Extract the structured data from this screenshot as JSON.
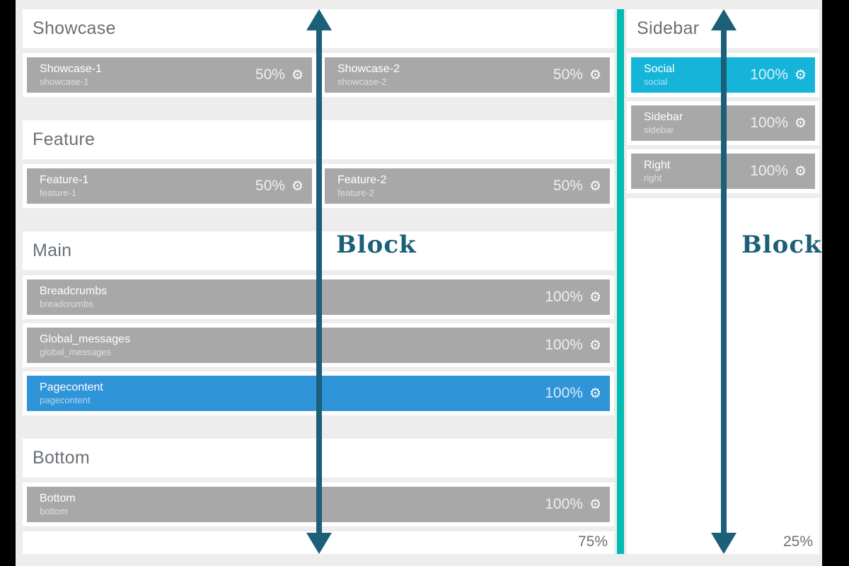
{
  "colors": {
    "page_bg": "#ededed",
    "edge_bg": "#000000",
    "card_bg": "#ffffff",
    "row_gray": "#a8a8a8",
    "row_blue": "#3094d8",
    "row_cyan": "#17b4da",
    "divider_teal": "#00bcb2",
    "arrow_teal": "#1b5f78",
    "heading_text": "#6a7076"
  },
  "icons": {
    "gear": "⚙"
  },
  "main_column": {
    "width_label": "75%",
    "block_label": "Block",
    "sections": {
      "showcase": {
        "title": "Showcase",
        "rows": [
          {
            "title": "Showcase-1",
            "alias": "showcase-1",
            "size": "50%"
          },
          {
            "title": "Showcase-2",
            "alias": "showcase-2",
            "size": "50%"
          }
        ]
      },
      "feature": {
        "title": "Feature",
        "rows": [
          {
            "title": "Feature-1",
            "alias": "feature-1",
            "size": "50%"
          },
          {
            "title": "Feature-2",
            "alias": "feature-2",
            "size": "50%"
          }
        ]
      },
      "main": {
        "title": "Main",
        "rows": [
          {
            "title": "Breadcrumbs",
            "alias": "breadcrumbs",
            "size": "100%"
          },
          {
            "title": "Global_messages",
            "alias": "global_messages",
            "size": "100%"
          },
          {
            "title": "Pagecontent",
            "alias": "pagecontent",
            "size": "100%",
            "highlight": "blue"
          }
        ]
      },
      "bottom": {
        "title": "Bottom",
        "rows": [
          {
            "title": "Bottom",
            "alias": "bottom",
            "size": "100%"
          }
        ]
      }
    }
  },
  "sidebar_column": {
    "width_label": "25%",
    "block_label": "Block",
    "sections": {
      "sidebar": {
        "title": "Sidebar",
        "rows": [
          {
            "title": "Social",
            "alias": "social",
            "size": "100%",
            "highlight": "cyan"
          },
          {
            "title": "Sidebar",
            "alias": "sidebar",
            "size": "100%"
          },
          {
            "title": "Right",
            "alias": "right",
            "size": "100%"
          }
        ]
      }
    }
  }
}
